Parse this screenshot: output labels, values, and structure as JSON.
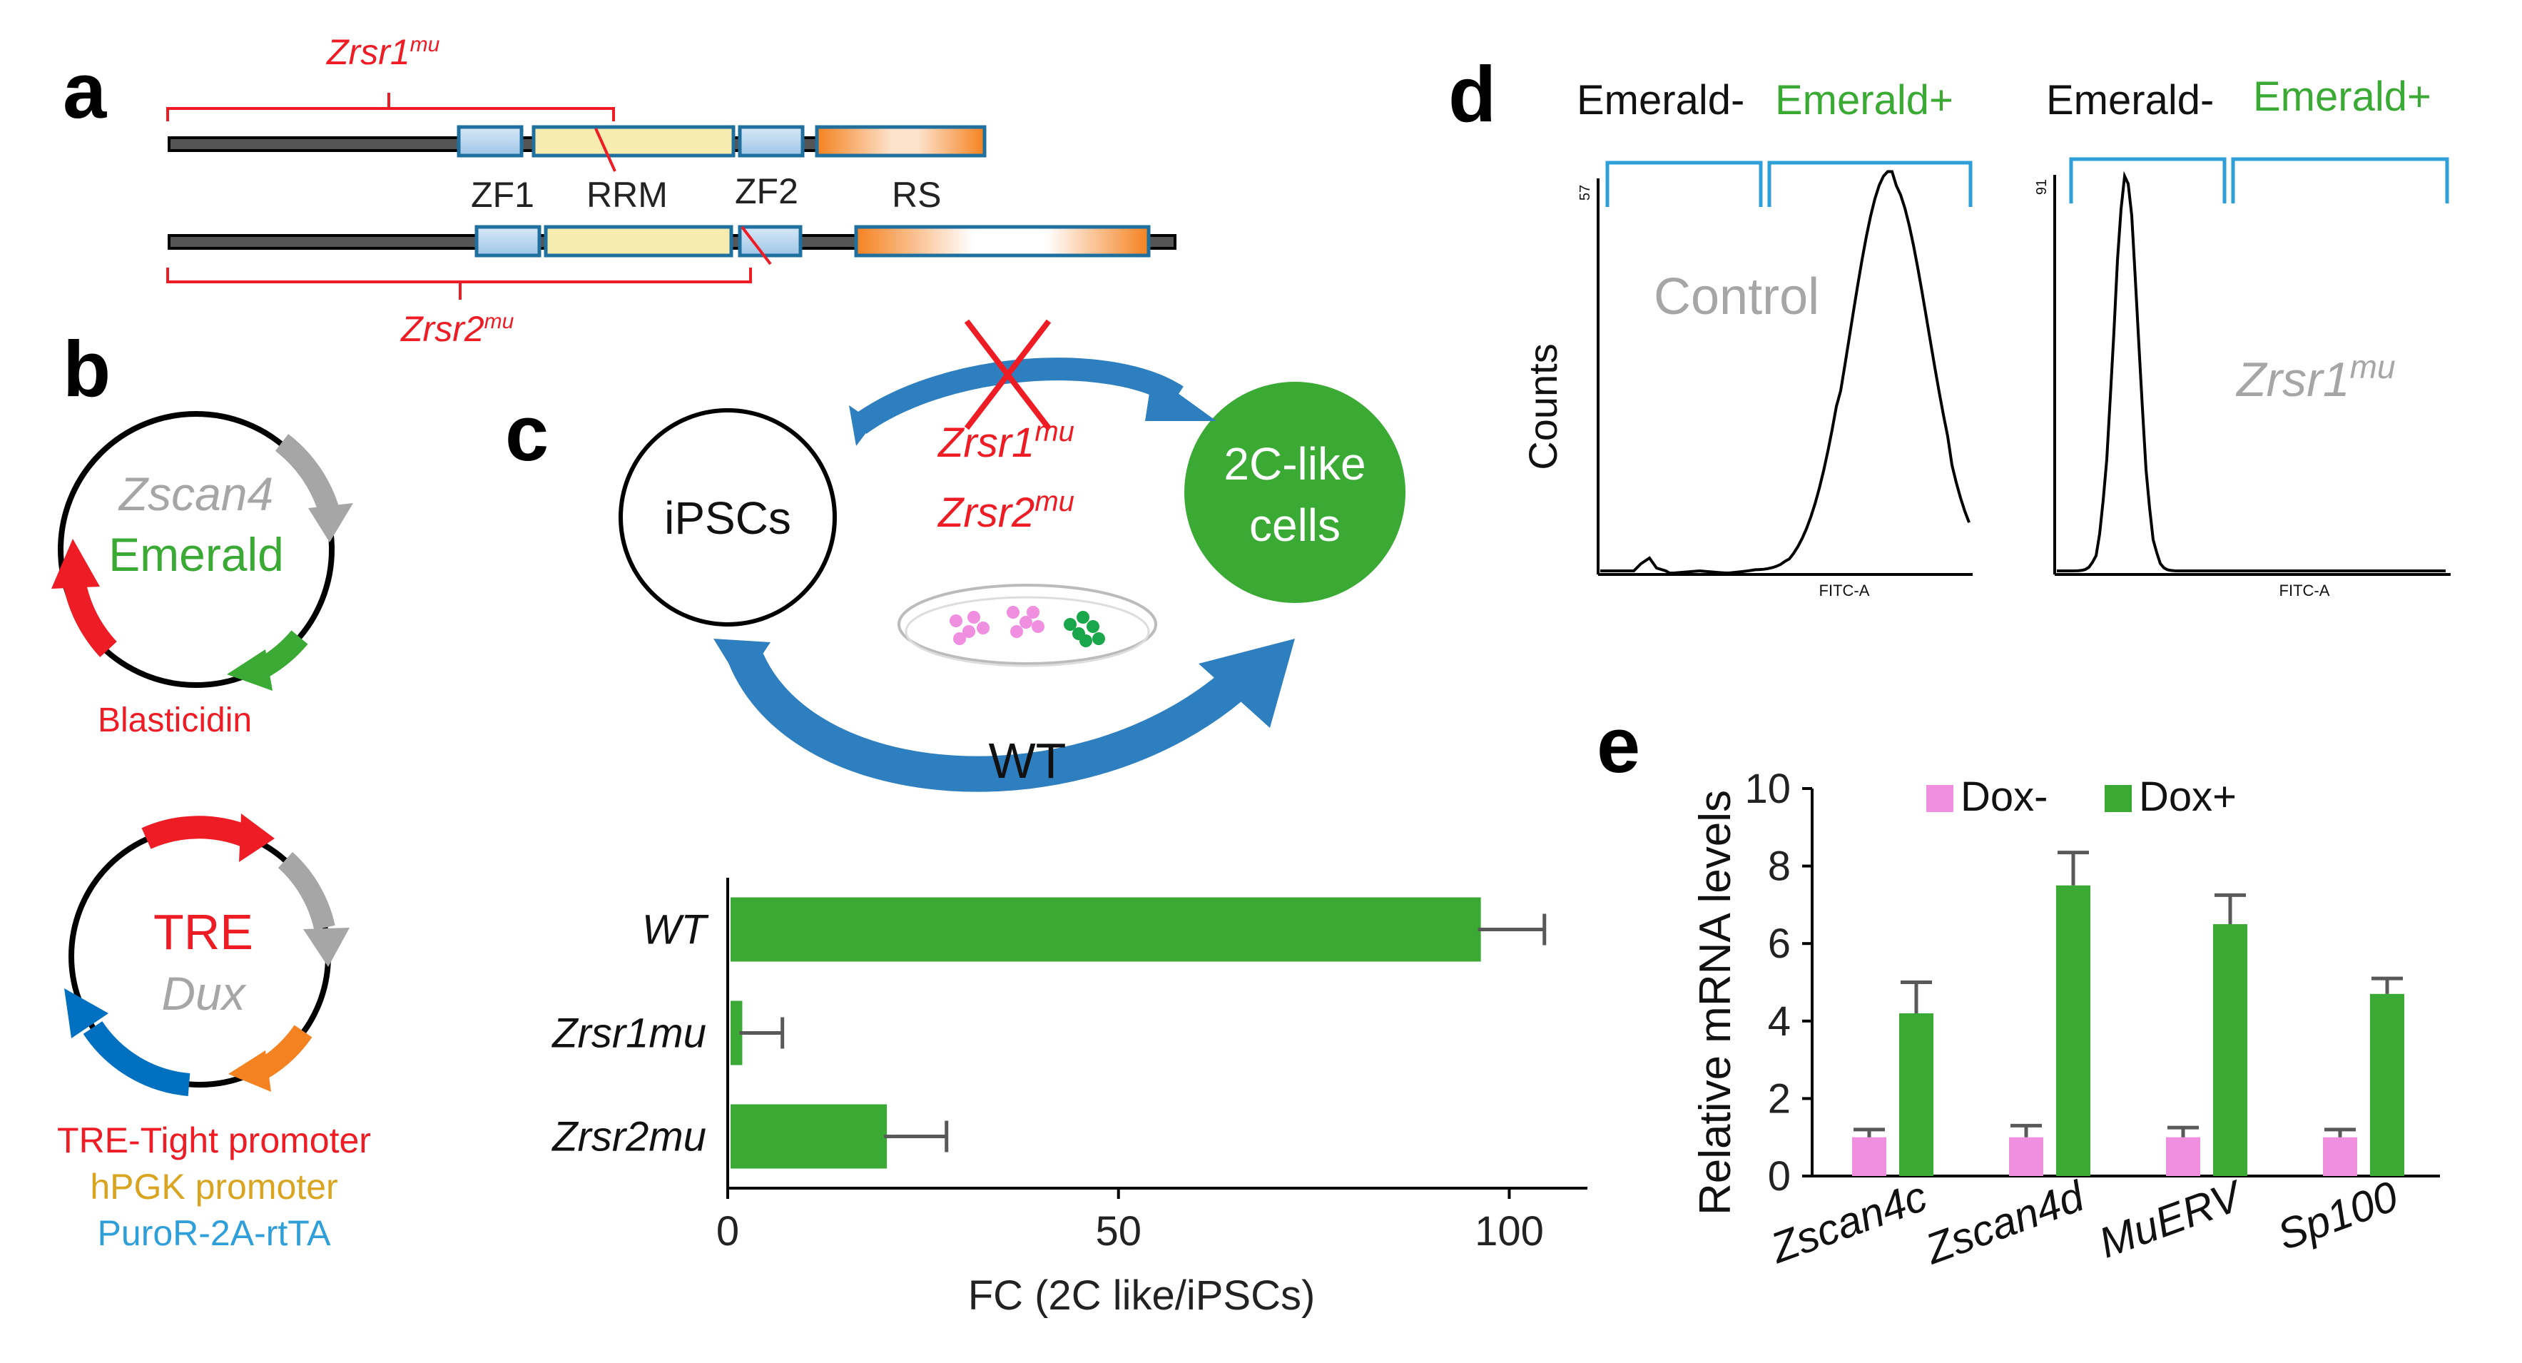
{
  "colors": {
    "red": "#ee1c24",
    "green": "#3aaa35",
    "gray": "#a6a6a6",
    "orange": "#f58220",
    "blue": "#0070c0",
    "light_blue": "#2e9fd8",
    "domain_blue": "#bcd7ee",
    "domain_yellow": "#f7ecb0",
    "pink": "#f08ee0",
    "gold": "#d9a520",
    "error_gray": "#595959"
  },
  "panel_a": {
    "letter": "a",
    "zrsr1_label_main": "Zrsr1",
    "zrsr1_label_sup": "mu",
    "zrsr2_label_main": "Zrsr2",
    "zrsr2_label_sup": "mu",
    "domains": [
      "ZF1",
      "RRM",
      "ZF2",
      "RS"
    ]
  },
  "panel_b": {
    "letter": "b",
    "plasmid1": {
      "gene": "Zscan4",
      "reporter": "Emerald",
      "resistance": "Blasticidin"
    },
    "plasmid2": {
      "line1": "TRE",
      "line2": "Dux"
    },
    "legend": [
      "TRE-Tight promoter",
      "hPGK promoter",
      "PuroR-2A-rtTA"
    ]
  },
  "panel_c": {
    "letter": "c",
    "source": "iPSCs",
    "target_line1": "2C-like",
    "target_line2": "cells",
    "mutant1_main": "Zrsr1",
    "mutant1_sup": "mu",
    "mutant2_main": "Zrsr2",
    "mutant2_sup": "mu",
    "wt_label": "WT",
    "xlabel": "FC (2C like/iPSCs)",
    "x_ticks": [
      "0",
      "50",
      "100"
    ]
  },
  "panel_d": {
    "letter": "d",
    "gate_neg": "Emerald-",
    "gate_pos": "Emerald+",
    "ylabel": "Counts",
    "xaxis": "FITC-A",
    "left_max": "57",
    "right_max": "91",
    "left_sample": "Control",
    "right_sample_main": "Zrsr1",
    "right_sample_sup": "mu"
  },
  "panel_e": {
    "letter": "e",
    "ylabel": "Relative  mRNA  levels",
    "y_ticks": [
      "0",
      "2",
      "4",
      "6",
      "8",
      "10"
    ],
    "legend": [
      "Dox-",
      "Dox+"
    ]
  },
  "chart_data": [
    {
      "type": "bar",
      "orientation": "horizontal",
      "categories": [
        "WT",
        "Zrsr1mu",
        "Zrsr2mu"
      ],
      "values": [
        96,
        1.5,
        20
      ],
      "errors": [
        8.5,
        5.5,
        8
      ],
      "xlabel": "FC (2C like/iPSCs)",
      "xlim": [
        0,
        110
      ]
    },
    {
      "type": "bar",
      "categories": [
        "Zscan4c",
        "Zscan4d",
        "MuERV",
        "Sp100"
      ],
      "series": [
        {
          "name": "Dox-",
          "values": [
            1.0,
            1.0,
            1.0,
            1.0
          ],
          "errors": [
            0.2,
            0.3,
            0.25,
            0.2
          ]
        },
        {
          "name": "Dox+",
          "values": [
            4.2,
            7.5,
            6.5,
            4.7
          ],
          "errors": [
            0.8,
            0.85,
            0.75,
            0.4
          ]
        }
      ],
      "ylabel": "Relative  mRNA  levels",
      "ylim": [
        0,
        10
      ]
    }
  ]
}
